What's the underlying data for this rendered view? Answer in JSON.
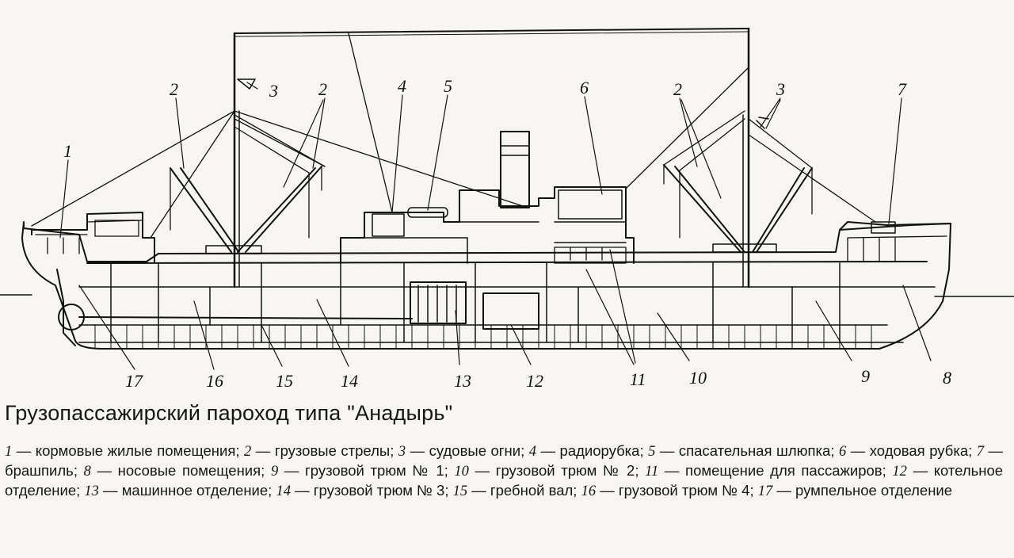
{
  "callouts": [
    "1",
    "2",
    "3",
    "4",
    "5",
    "6",
    "7",
    "8",
    "9",
    "10",
    "11",
    "12",
    "13",
    "14",
    "15",
    "16",
    "17"
  ],
  "title": "Грузопассажирский пароход типа \"Анадырь\"",
  "legend": [
    {
      "n": "1",
      "t": "кормовые жилые помещения"
    },
    {
      "n": "2",
      "t": "грузовые стрелы"
    },
    {
      "n": "3",
      "t": "судовые огни"
    },
    {
      "n": "4",
      "t": "радиорубка"
    },
    {
      "n": "5",
      "t": "спасательная шлюпка"
    },
    {
      "n": "6",
      "t": "ходовая рубка"
    },
    {
      "n": "7",
      "t": "брашпиль"
    },
    {
      "n": "8",
      "t": "носовые помещения"
    },
    {
      "n": "9",
      "t": "грузовой трюм № 1"
    },
    {
      "n": "10",
      "t": "грузовой трюм № 2"
    },
    {
      "n": "11",
      "t": "помещение для пассажиров"
    },
    {
      "n": "12",
      "t": "котельное отделение"
    },
    {
      "n": "13",
      "t": "машинное отделение"
    },
    {
      "n": "14",
      "t": "грузовой трюм № 3"
    },
    {
      "n": "15",
      "t": "гребной вал"
    },
    {
      "n": "16",
      "t": "грузовой трюм № 4"
    },
    {
      "n": "17",
      "t": "румпельное отделение"
    }
  ]
}
